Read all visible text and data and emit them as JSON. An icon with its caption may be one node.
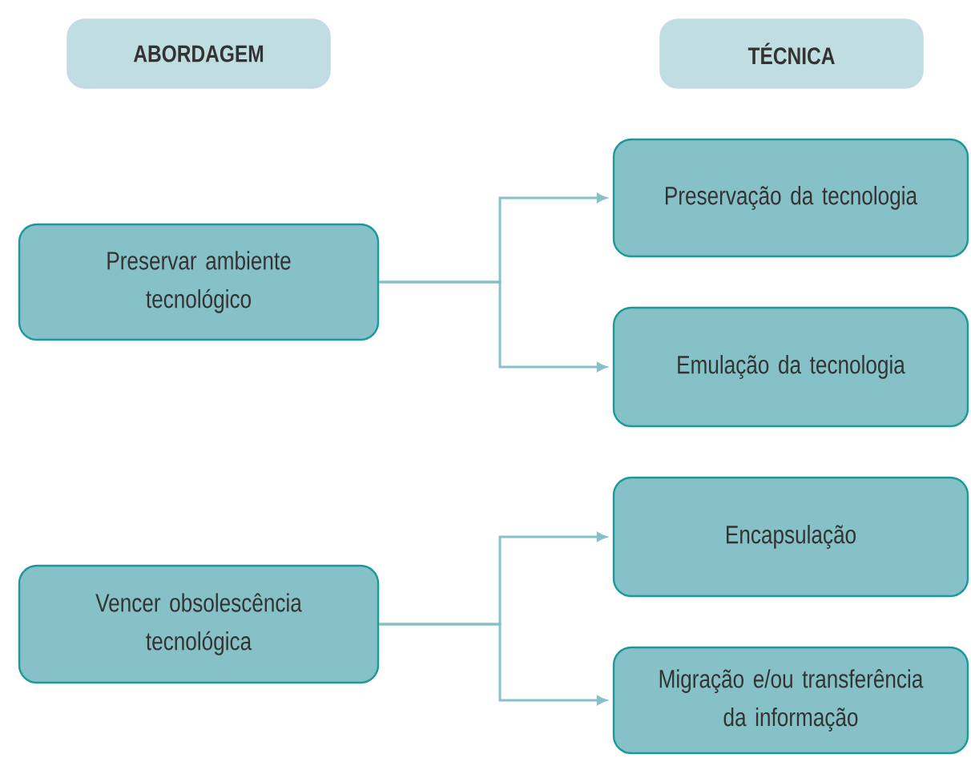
{
  "diagram": {
    "nodes": [
      {
        "text": [
          "ABORDAGEM"
        ]
      },
      {
        "text": [
          "TÉCNICA"
        ]
      },
      {
        "text": [
          "Preservar ambiente tecnológico"
        ]
      },
      {
        "text": [
          "Preservação da tecnologia"
        ]
      },
      {
        "text": [
          "Emulação da tecnologia"
        ]
      },
      {
        "text": [
          "Vencer obsolescência tecnológica"
        ]
      },
      {
        "text": [
          "Encapsulação"
        ]
      },
      {
        "text": [
          "Migração e/ou transferência da informação"
        ]
      }
    ],
    "edges": [
      {
        "from": 2,
        "to": 3,
        "arrow": "to"
      },
      {
        "from": 2,
        "to": 4,
        "arrow": "to"
      },
      {
        "from": 5,
        "to": 6,
        "arrow": "to"
      },
      {
        "from": 5,
        "to": 7,
        "arrow": "to"
      }
    ]
  }
}
